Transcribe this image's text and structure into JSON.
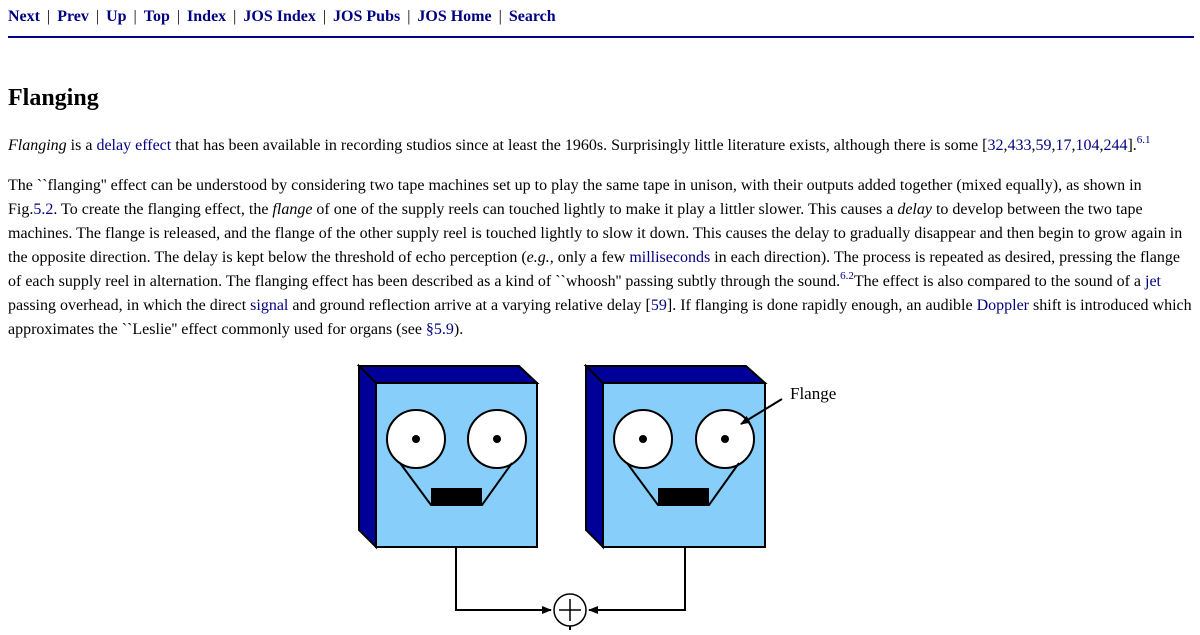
{
  "nav": {
    "items": [
      {
        "label": "Next"
      },
      {
        "label": "Prev"
      },
      {
        "label": "Up"
      },
      {
        "label": "Top"
      },
      {
        "label": "Index"
      },
      {
        "label": "JOS Index"
      },
      {
        "label": "JOS Pubs"
      },
      {
        "label": "JOS Home"
      },
      {
        "label": "Search"
      }
    ],
    "separator": "|"
  },
  "title": "Flanging",
  "para1": {
    "em": "Flanging",
    "t1": " is a ",
    "link_delay_effect": "delay effect",
    "t2": " that has been available in recording studios since at least the 1960s. Surprisingly little literature exists, although there is some [",
    "refs": [
      "32",
      "433",
      "59",
      "17",
      "104",
      "244"
    ],
    "comma": ",",
    "t3": "].",
    "footnote": "6.1"
  },
  "para2": {
    "t1": "The ``flanging'' effect can be understood by considering two tape machines set up to play the same tape in unison, with their outputs added together (mixed equally), as shown in Fig.",
    "fig_ref": "5.2",
    "t2": ". To create the flanging effect, the ",
    "em_flange": "flange",
    "t3": " of one of the supply reels can touched lightly to make it play a littler slower. This causes a ",
    "em_delay": "delay",
    "t4": " to develop between the two tape machines. The flange is released, and the flange of the other supply reel is touched lightly to slow it down. This causes the delay to gradually disappear and then begin to grow again in the opposite direction. The delay is kept below the threshold of echo perception (",
    "em_eg": "e.g.",
    "t5": ", only a few ",
    "link_milliseconds": "milliseconds",
    "t6": " in each direction). The process is repeated as desired, pressing the flange of each supply reel in alternation. The flanging effect has been described as a kind of ``whoosh'' passing subtly through the sound.",
    "footnote": "6.2",
    "t7": "The effect is also compared to the sound of a ",
    "link_jet": "jet",
    "t8": " passing overhead, in which the direct ",
    "link_signal": "signal",
    "t9": " and ground reflection arrive at a varying relative delay [",
    "ref": "59",
    "t10": "]. If flanging is done rapidly enough, an audible ",
    "link_doppler": "Doppler",
    "t11": " shift is introduced which approximates the ``Leslie'' effect commonly used for organs (see ",
    "section_ref": "§5.9",
    "t12": ")."
  },
  "figure": {
    "flange_label": "Flange",
    "colors": {
      "machine_face": "#87cefa",
      "machine_edge": "#000099",
      "reel": "#ffffff",
      "head": "#000000"
    }
  }
}
